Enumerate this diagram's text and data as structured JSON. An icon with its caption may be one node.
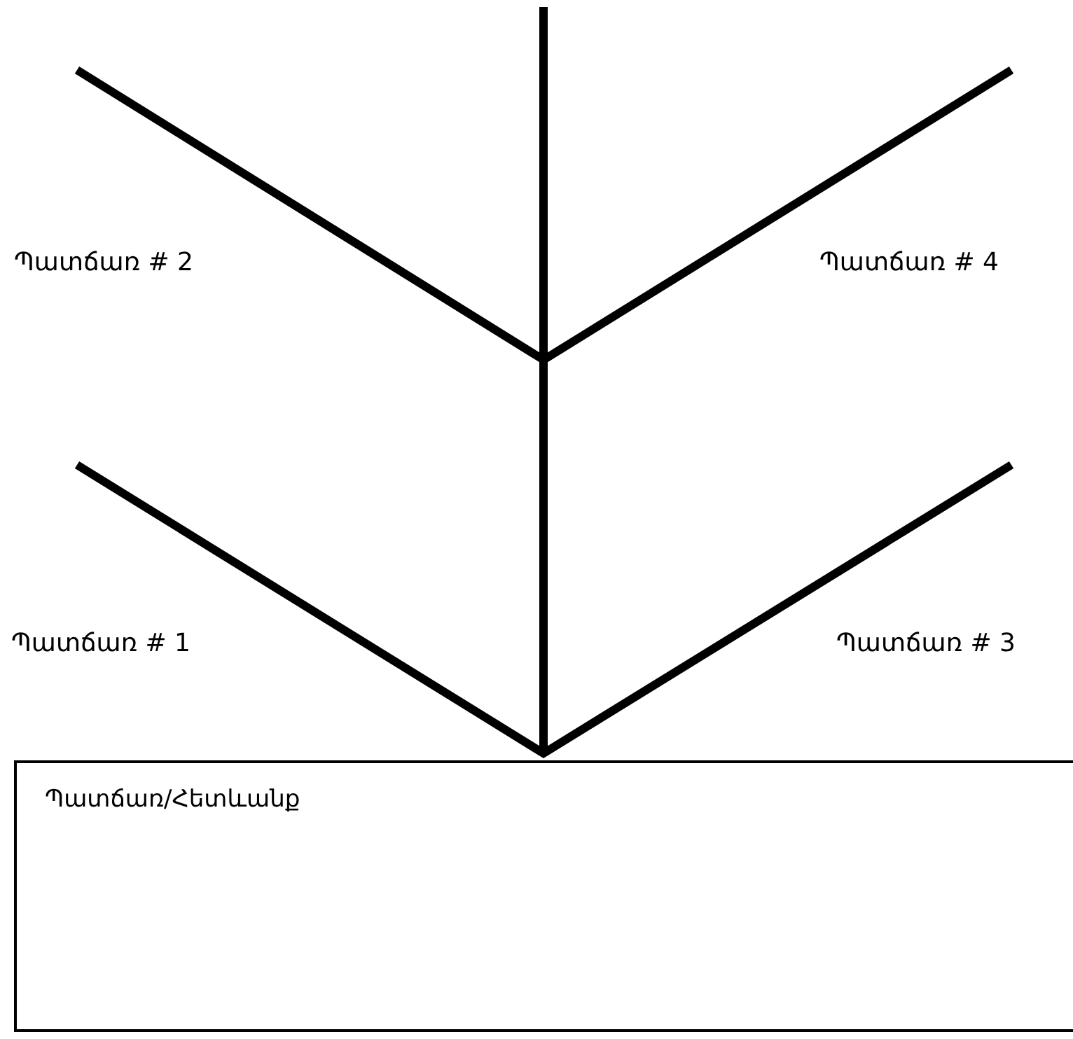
{
  "diagram": {
    "nodes": [
      {
        "text": [
          "Պատճառ/Հետևանք"
        ]
      }
    ],
    "labels": [
      "Պատճառ # 2",
      "Պատճառ # 4",
      "Պատճառ # 1",
      "Պատճառ # 3"
    ]
  }
}
